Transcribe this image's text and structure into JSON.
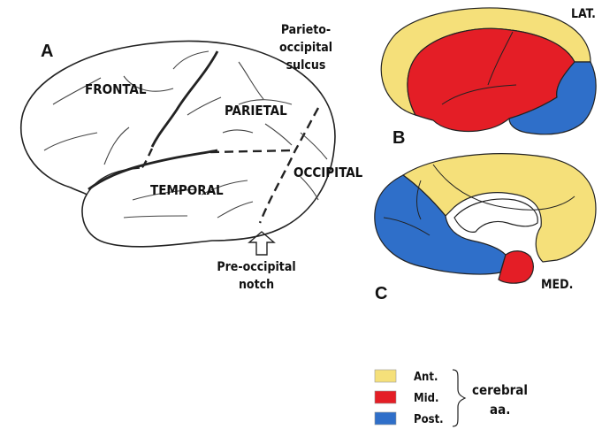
{
  "figure": {
    "panels": {
      "a": "A",
      "b": "B",
      "c": "C"
    },
    "lobes": {
      "frontal": "FRONTAL",
      "parietal": "PARIETAL",
      "temporal": "TEMPORAL",
      "occipital": "OCCIPITAL"
    },
    "annotations": {
      "parieto_occipital_line1": "Parieto-",
      "parieto_occipital_line2": "occipital",
      "parieto_occipital_line3": "sulcus",
      "preoccipital_line1": "Pre-occipital",
      "preoccipital_line2": "notch"
    },
    "views": {
      "lateral": "LAT.",
      "medial": "MED."
    },
    "legend": {
      "items": [
        {
          "label": "Ant.",
          "color": "#f5e07a"
        },
        {
          "label": "Mid.",
          "color": "#e41e26"
        },
        {
          "label": "Post.",
          "color": "#2f6fc9"
        }
      ],
      "group_line1": "cerebral",
      "group_line2": "aa."
    }
  }
}
